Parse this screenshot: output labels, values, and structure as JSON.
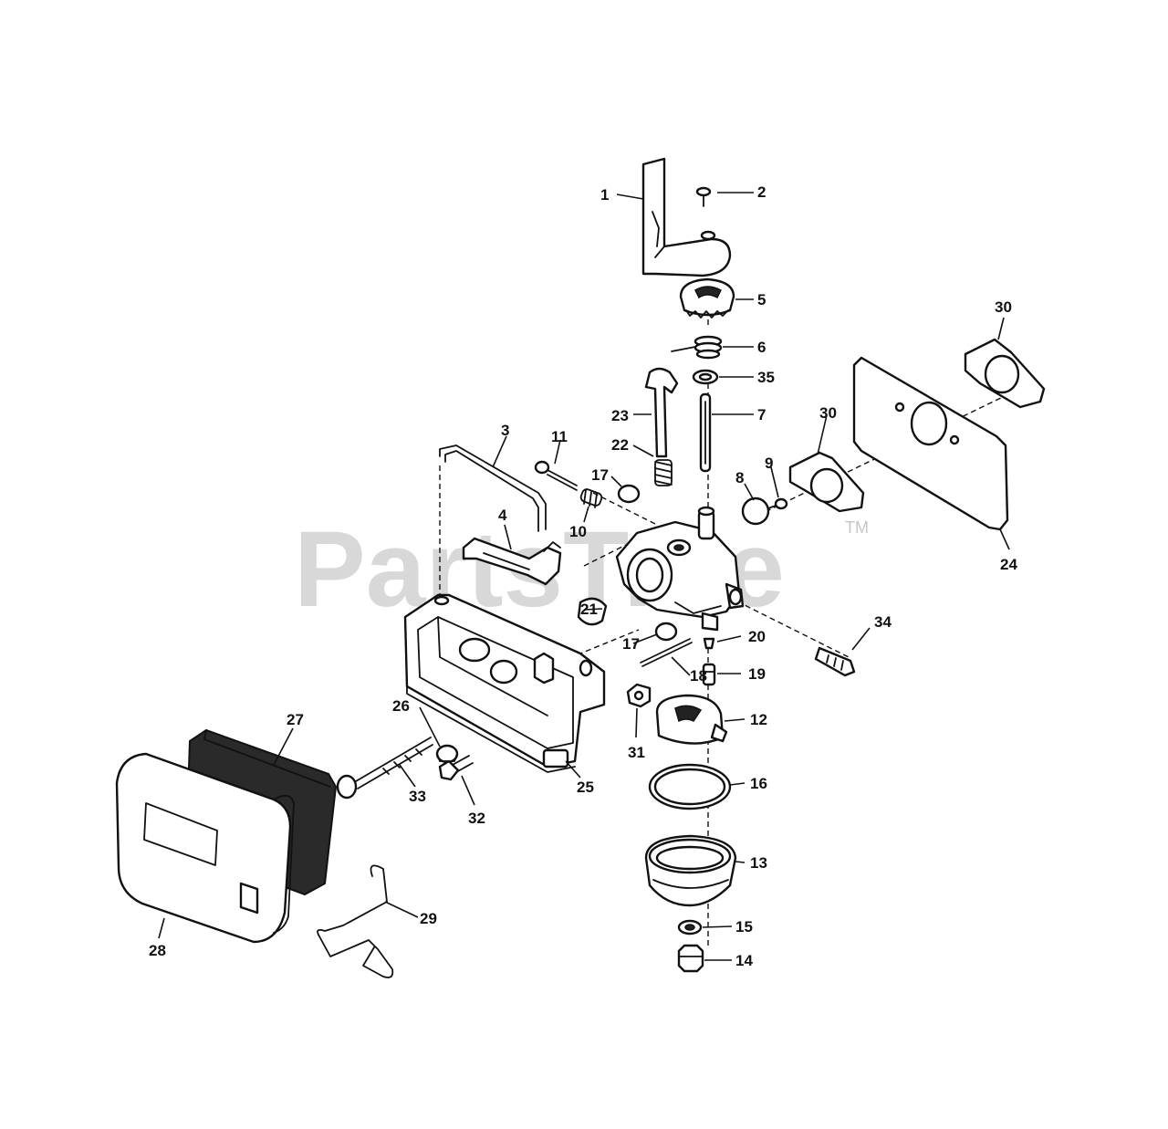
{
  "watermark": {
    "text": "PartsTree",
    "tm": "TM"
  },
  "callouts": {
    "c1": "1",
    "c2": "2",
    "c3": "3",
    "c4": "4",
    "c5": "5",
    "c6": "6",
    "c7": "7",
    "c8": "8",
    "c9": "9",
    "c10": "10",
    "c11": "11",
    "c12": "12",
    "c13": "13",
    "c14": "14",
    "c15": "15",
    "c16": "16",
    "c17a": "17",
    "c17b": "17",
    "c18": "18",
    "c19": "19",
    "c20": "20",
    "c21": "21",
    "c22": "22",
    "c23": "23",
    "c24": "24",
    "c25": "25",
    "c26": "26",
    "c27": "27",
    "c28": "28",
    "c29": "29",
    "c30a": "30",
    "c30b": "30",
    "c31": "31",
    "c32": "32",
    "c33": "33",
    "c34": "34",
    "c35": "35"
  }
}
